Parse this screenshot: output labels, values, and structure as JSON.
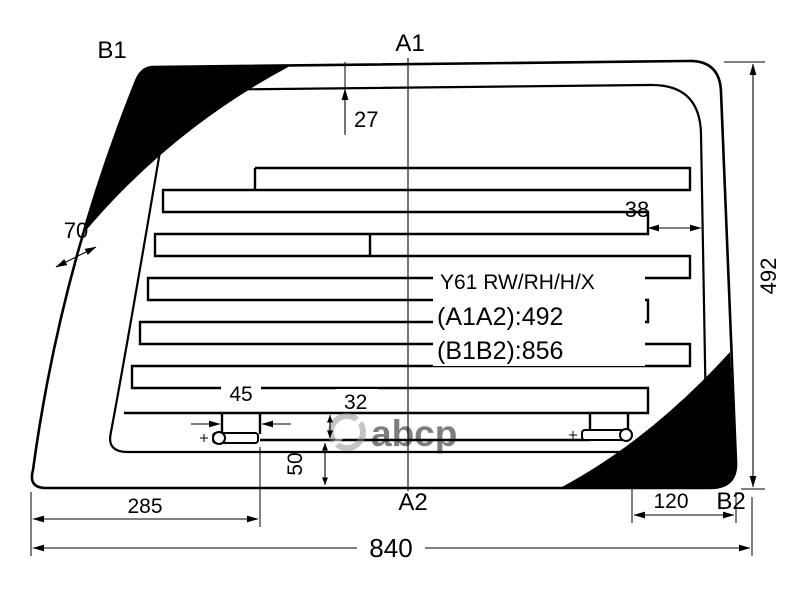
{
  "diagram": {
    "model": "Y61 RW/RH/H/X",
    "spec_a1a2": "(A1A2):492",
    "spec_b1b2": "(B1B2):856"
  },
  "labels": {
    "b1": "B1",
    "a1": "A1",
    "a2": "A2",
    "b2": "B2"
  },
  "dims": {
    "top_edge_to_grid": "27",
    "grid_to_right_edge": "38",
    "corner_band_width": "70",
    "glass_height": "492",
    "terminal_tab_gap": "45",
    "row_spacing": "32",
    "grid_to_bottom_edge": "50",
    "left_edge_to_terminal": "285",
    "terminal_to_right_edge": "120",
    "glass_width": "840"
  },
  "watermark": {
    "text": "abcp"
  },
  "colors": {
    "line": "#000000",
    "background": "#ffffff",
    "corner_mask": "#000000",
    "watermark": "#8a8a8a"
  }
}
